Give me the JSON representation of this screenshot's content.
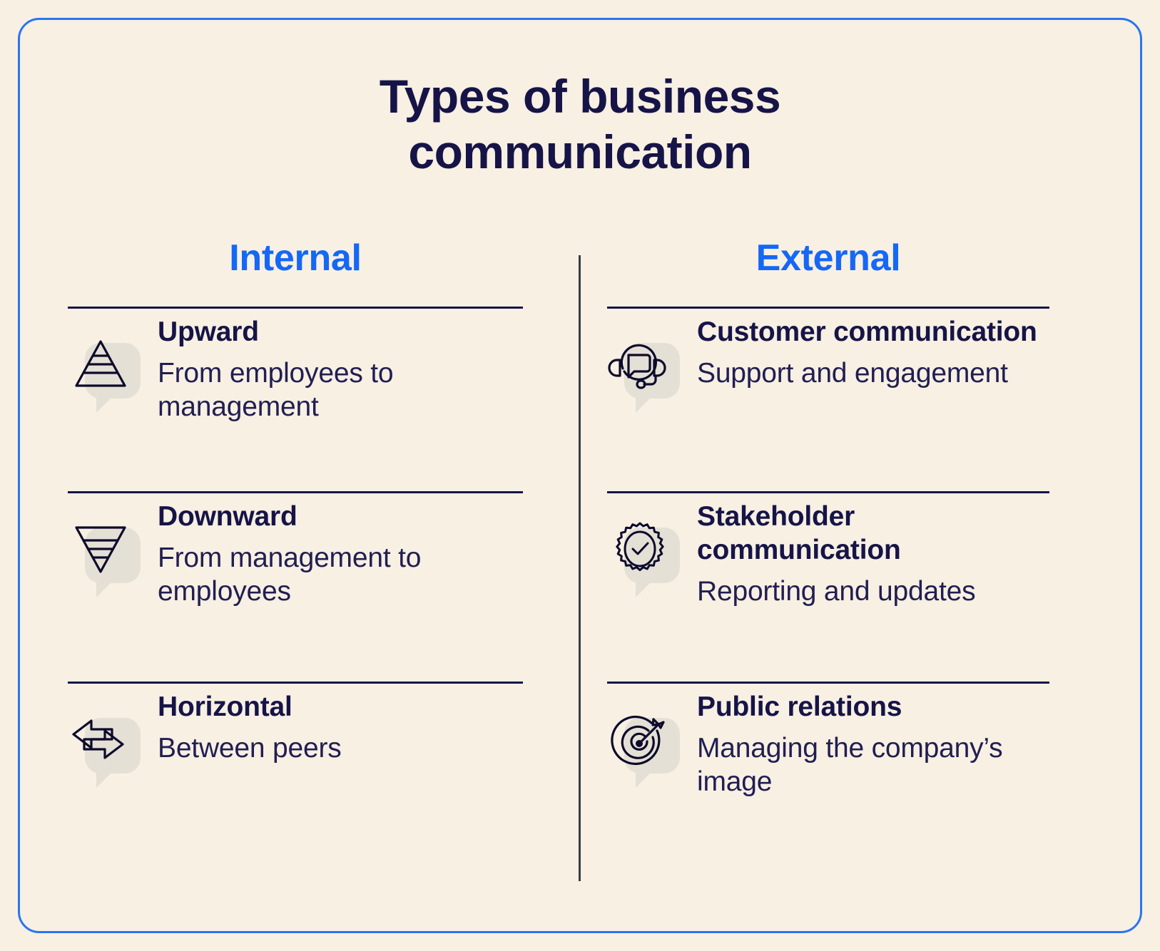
{
  "title": {
    "line1": "Types of business",
    "line2": "communication"
  },
  "colors": {
    "background": "#F7F0E3",
    "border": "#2B74F0",
    "heading_blue": "#1468F5",
    "text_navy": "#161447",
    "bubble_grey": "#E5E0D5",
    "divider": "#3A3A4D"
  },
  "columns": [
    {
      "heading": "Internal",
      "items": [
        {
          "icon": "pyramid-up-icon",
          "title": "Upward",
          "desc": "From employees to management"
        },
        {
          "icon": "pyramid-down-icon",
          "title": "Downward",
          "desc": "From management to employees"
        },
        {
          "icon": "two-way-arrows-icon",
          "title": "Horizontal",
          "desc": "Between peers"
        }
      ]
    },
    {
      "heading": "External",
      "items": [
        {
          "icon": "headset-chat-icon",
          "title": "Customer communication",
          "desc": "Support and engagement"
        },
        {
          "icon": "badge-check-icon",
          "title": "Stakeholder communication",
          "desc": "Reporting and updates"
        },
        {
          "icon": "target-arrow-icon",
          "title": "Public relations",
          "desc": "Managing the company’s image"
        }
      ]
    }
  ]
}
